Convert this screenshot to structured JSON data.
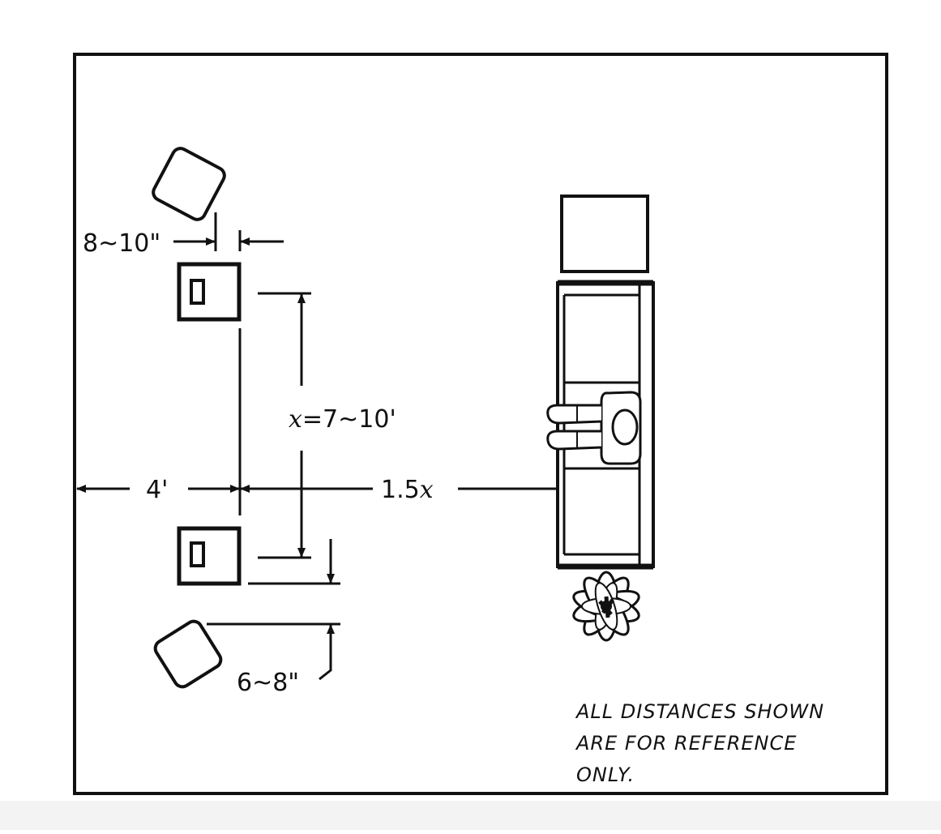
{
  "labels": {
    "top_spacing": "8~10\"",
    "x_value_var": "x",
    "x_value_rest": "=7~10'",
    "left_wall": "4'",
    "listen_distance_num": "1.5",
    "listen_distance_var": "x",
    "bottom_spacing": "6~8\""
  },
  "note": {
    "line1": "ALL DISTANCES SHOWN",
    "line2": "ARE FOR REFERENCE",
    "line3": "ONLY."
  },
  "colors": {
    "ink": "#111111",
    "paper": "#ffffff",
    "footer": "#f3f3f3"
  }
}
